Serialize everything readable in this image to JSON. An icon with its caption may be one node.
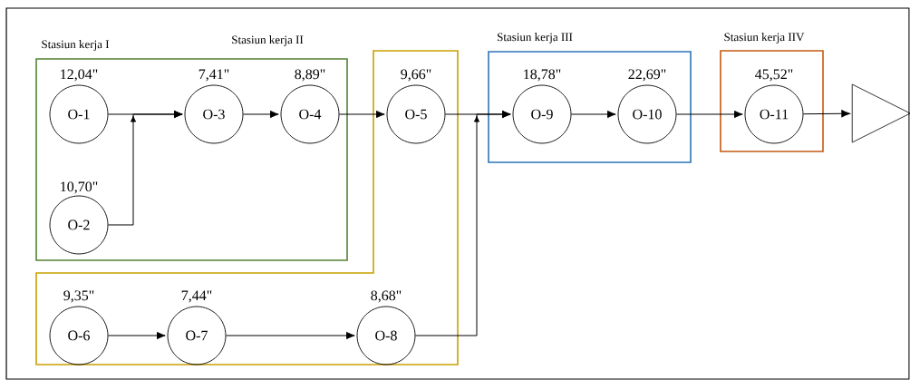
{
  "diagram": {
    "nodes": [
      {
        "text": [
          "Stasiun kerja I"
        ]
      },
      {
        "text": [
          "O-1"
        ],
        "in": 0,
        "beside": [
          "12,04\""
        ]
      },
      {
        "text": [
          "O-2"
        ],
        "in": 0,
        "beside": [
          "10,70\""
        ]
      },
      {
        "text": [
          "O-3"
        ],
        "in": 0,
        "beside": [
          "7,41\""
        ]
      },
      {
        "text": [
          "O-4"
        ],
        "in": 0,
        "beside": [
          "8,89\""
        ]
      },
      {
        "text": [
          "Stasiun kerja II"
        ]
      },
      {
        "text": [
          "O-5"
        ],
        "in": 5,
        "beside": [
          "9,66\""
        ]
      },
      {
        "text": [
          "O-6"
        ],
        "in": 5,
        "beside": [
          "9,35\""
        ]
      },
      {
        "text": [
          "O-7"
        ],
        "in": 5,
        "beside": [
          "7,44\""
        ]
      },
      {
        "text": [
          "O-8"
        ],
        "in": 5,
        "beside": [
          "8,68\""
        ]
      },
      {
        "text": [
          "Stasiun kerja III"
        ]
      },
      {
        "text": [
          "O-9"
        ],
        "in": 10,
        "beside": [
          "18,78\""
        ]
      },
      {
        "text": [
          "O-10"
        ],
        "in": 10,
        "beside": [
          "22,69\""
        ]
      },
      {
        "text": [
          "Stasiun kerja IIV"
        ]
      },
      {
        "text": [
          "O-11"
        ],
        "in": 13,
        "beside": [
          "45,52\""
        ]
      },
      {
        "text": [],
        "shape": "triangle"
      }
    ],
    "edges": [
      {
        "from": 1,
        "to": 3,
        "arrow": "to"
      },
      {
        "from": 2,
        "to": 3,
        "arrow": "to"
      },
      {
        "from": 3,
        "to": 4,
        "arrow": "to"
      },
      {
        "from": 4,
        "to": 6,
        "arrow": "to"
      },
      {
        "from": 6,
        "to": 11,
        "arrow": "to"
      },
      {
        "from": 9,
        "to": 11,
        "arrow": "to"
      },
      {
        "from": 7,
        "to": 8,
        "arrow": "to"
      },
      {
        "from": 8,
        "to": 9,
        "arrow": "to"
      },
      {
        "from": 11,
        "to": 12,
        "arrow": "to"
      },
      {
        "from": 12,
        "to": 14,
        "arrow": "to"
      },
      {
        "from": 14,
        "to": 15,
        "arrow": "to"
      }
    ]
  }
}
